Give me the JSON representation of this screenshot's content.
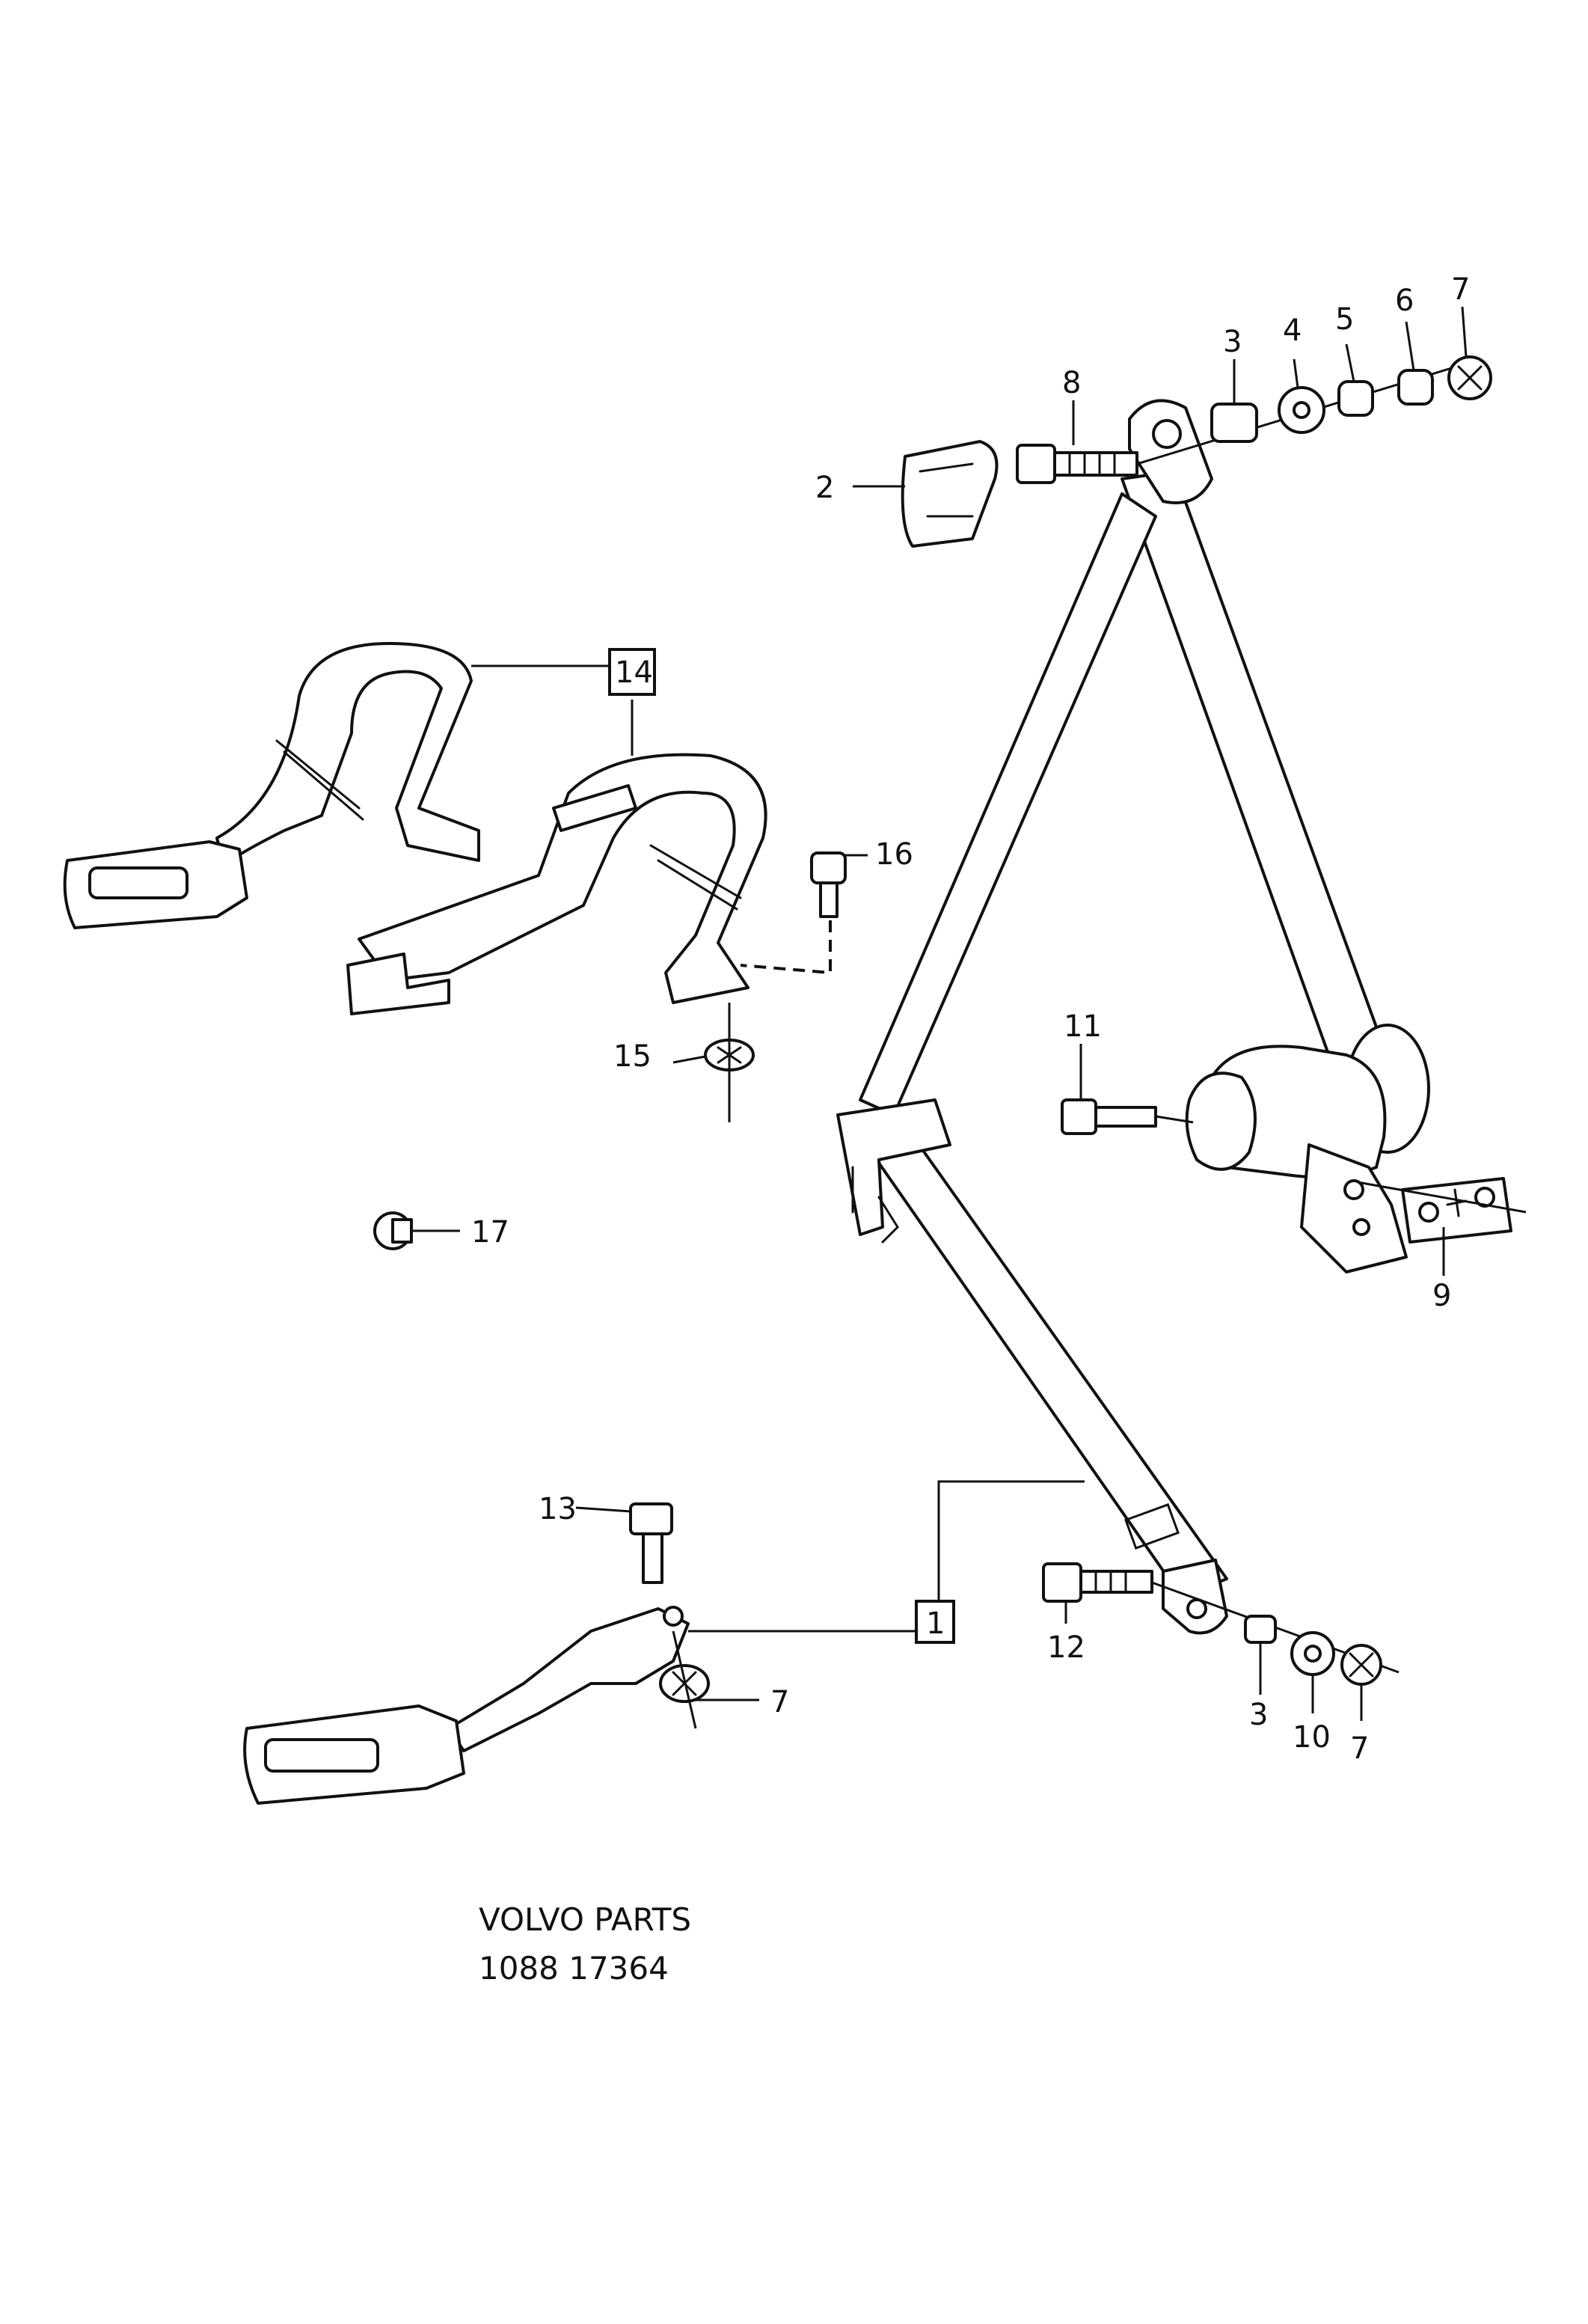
{
  "callouts": {
    "c1": "1",
    "c2": "2",
    "c3a": "3",
    "c3b": "3",
    "c4": "4",
    "c5": "5",
    "c6": "6",
    "c7a": "7",
    "c7b": "7",
    "c7c": "7",
    "c8": "8",
    "c9": "9",
    "c10": "10",
    "c11": "11",
    "c12": "12",
    "c13": "13",
    "c14": "14",
    "c15": "15",
    "c16": "16",
    "c17": "17"
  },
  "footer": {
    "brand": "VOLVO PARTS",
    "code": "1088 17364"
  },
  "colors": {
    "ink": "#111111",
    "paper": "#ffffff"
  }
}
